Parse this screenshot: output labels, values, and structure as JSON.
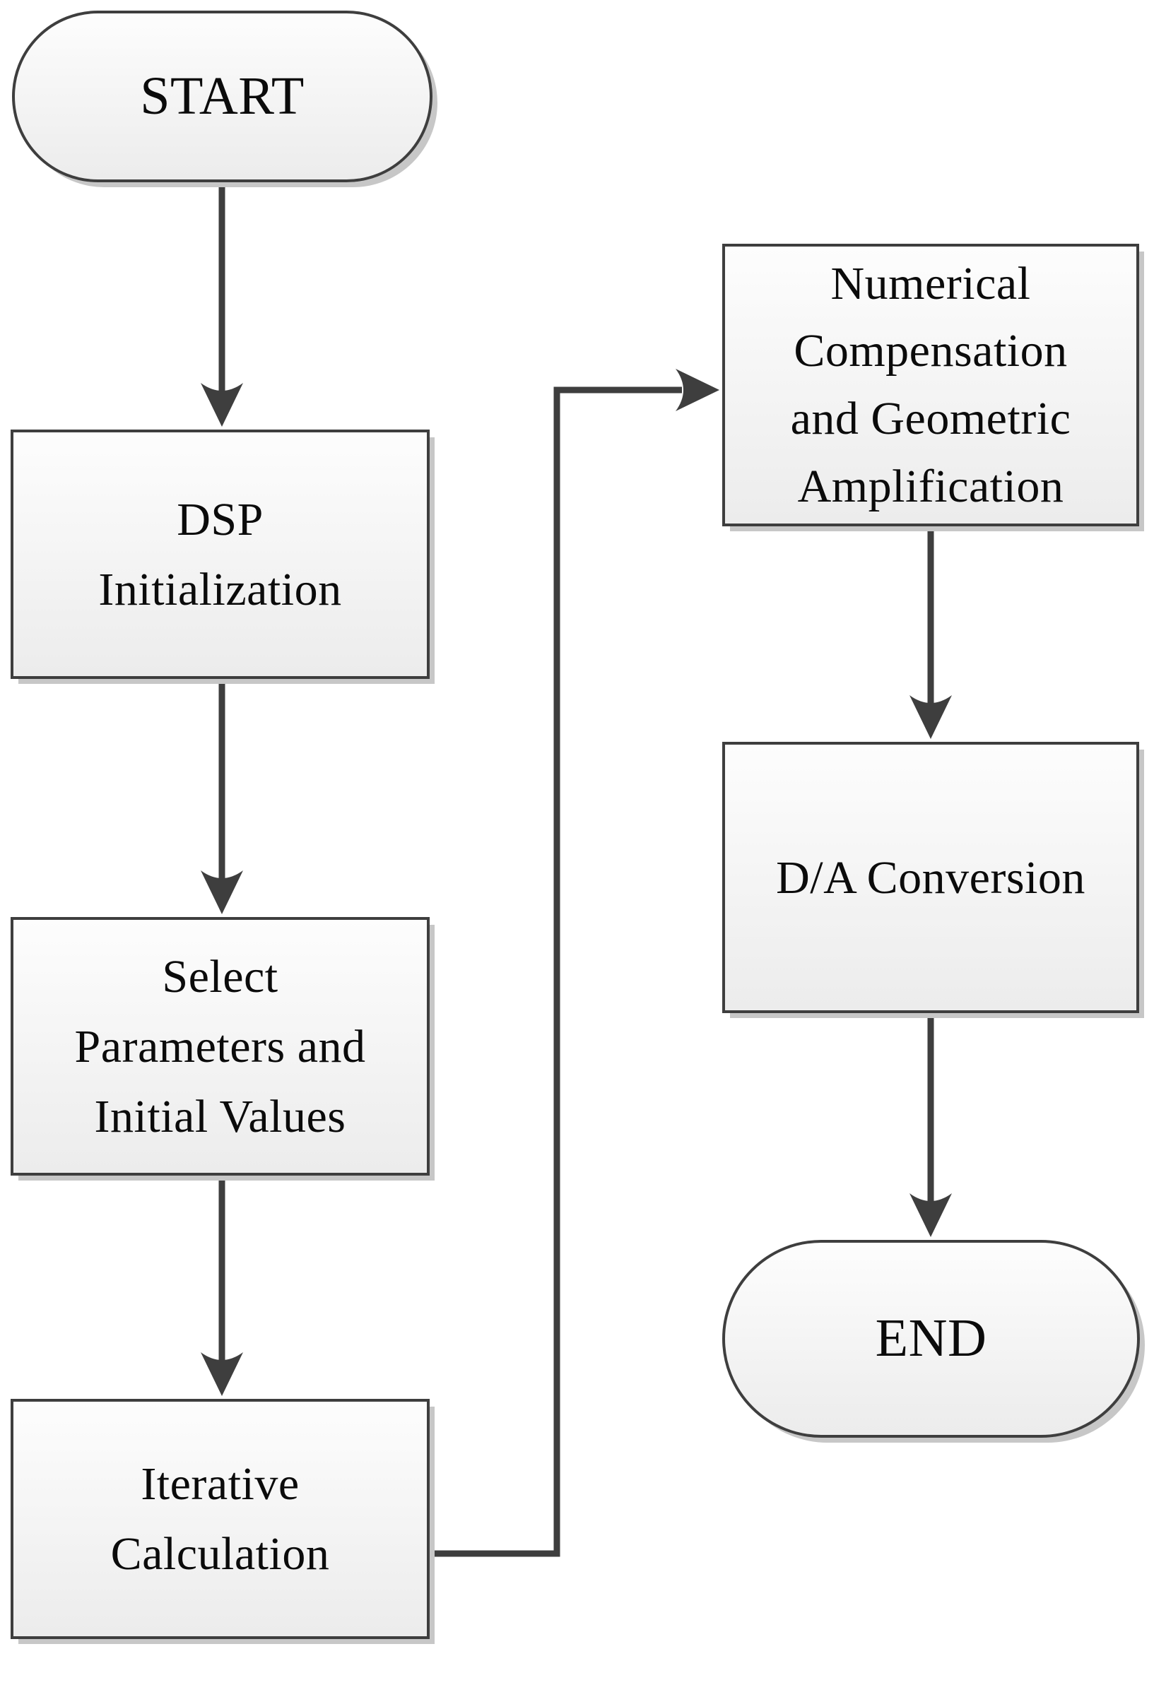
{
  "flowchart": {
    "colors": {
      "line": "#3e3e3e",
      "fill_top": "#fdfdfd",
      "fill_bottom": "#ececec",
      "text": "#0b0b0b",
      "shadow": "#c7c7c7"
    },
    "nodes": [
      {
        "id": "start",
        "type": "terminator",
        "label": "START"
      },
      {
        "id": "dsp_initialization",
        "type": "process",
        "label": "DSP\nInitialization"
      },
      {
        "id": "select_parameters",
        "type": "process",
        "label": "Select\nParameters and\nInitial Values"
      },
      {
        "id": "iterative_calculation",
        "type": "process",
        "label": "Iterative\nCalculation"
      },
      {
        "id": "numerical_compensation",
        "type": "process",
        "label": "Numerical\nCompensation\nand Geometric\nAmplification"
      },
      {
        "id": "da_conversion",
        "type": "process",
        "label": "D/A Conversion"
      },
      {
        "id": "end",
        "type": "terminator",
        "label": "END"
      }
    ],
    "edges": [
      {
        "from": "start",
        "to": "dsp_initialization"
      },
      {
        "from": "dsp_initialization",
        "to": "select_parameters"
      },
      {
        "from": "select_parameters",
        "to": "iterative_calculation"
      },
      {
        "from": "iterative_calculation",
        "to": "numerical_compensation"
      },
      {
        "from": "numerical_compensation",
        "to": "da_conversion"
      },
      {
        "from": "da_conversion",
        "to": "end"
      }
    ]
  }
}
